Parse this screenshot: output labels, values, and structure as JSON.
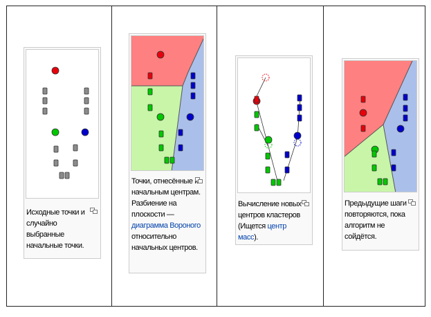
{
  "panels": [
    {
      "caption_parts": [
        "Исходные точки и случайно выбранные начальные точки."
      ],
      "link": ""
    },
    {
      "caption_before": "Точки, отнесённые к начальным центрам. Разбиение на плоскости — ",
      "caption_link": "диаграмма Вороного",
      "caption_after": " относительно начальных центров."
    },
    {
      "caption_before": "Вычисление новых центров кластеров (Ищется ",
      "caption_link": "центр масс",
      "caption_after": ")."
    },
    {
      "caption_parts": [
        "Предыдущие шаги повторяются, пока алгоритм не сойдётся."
      ],
      "link": ""
    }
  ],
  "icons": {
    "magnify": "magnify-clip-icon"
  },
  "colors": {
    "red": "#e8000b",
    "green": "#00c800",
    "blue": "#0000cc",
    "gray": "#8c8c8c",
    "red_region": "#ff8080",
    "green_region": "#c8f5a8",
    "blue_region": "#aac0ea",
    "link": "#0645ad"
  }
}
